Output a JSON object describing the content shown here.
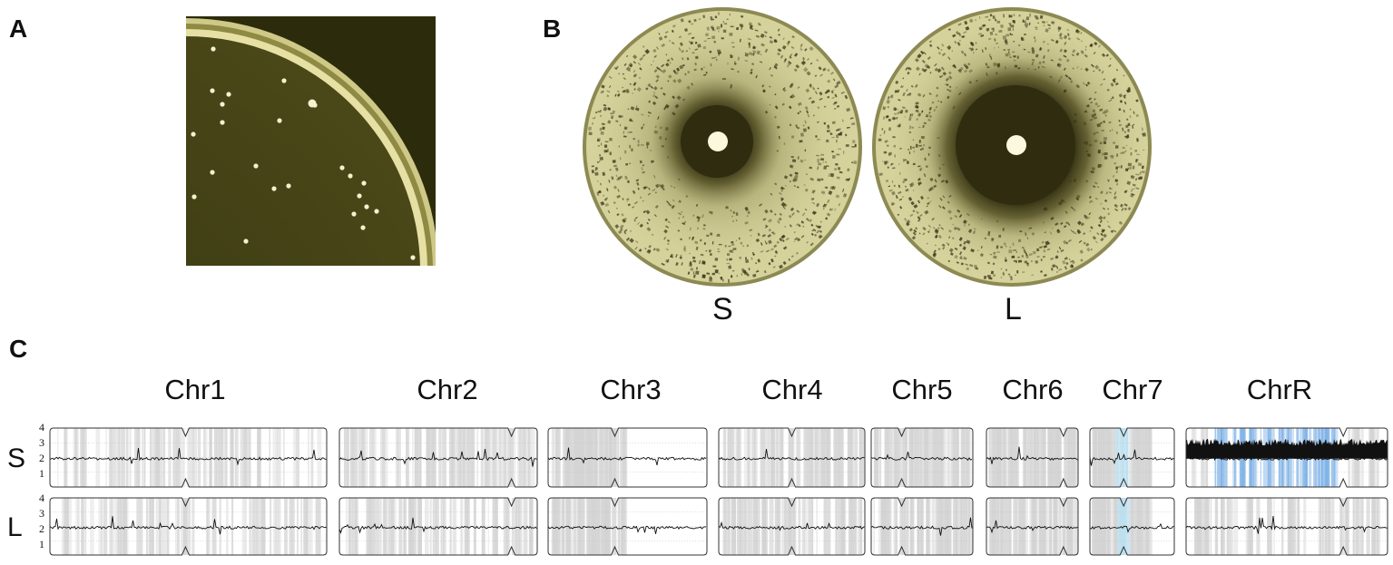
{
  "panels": {
    "a": "A",
    "b": "B",
    "c": "C"
  },
  "plates": {
    "left_label": "S",
    "right_label": "L"
  },
  "colors": {
    "plate_bg": "#3b3a14",
    "plate_rim": "#dcd79a",
    "colony": "#f4f1cf",
    "lawn": "#dcd9a4",
    "zone": "#2f2c10",
    "disk": "#fbf8dd",
    "arrow_magenta": "#e020c8",
    "arrow_cyan": "#20d8d8",
    "cnv_band": "#d8d8d8",
    "chrR_blue": "#7fb2e6"
  },
  "chromosomes": [
    {
      "name": "Chr1"
    },
    {
      "name": "Chr2"
    },
    {
      "name": "Chr3"
    },
    {
      "name": "Chr4"
    },
    {
      "name": "Chr5"
    },
    {
      "name": "Chr6"
    },
    {
      "name": "Chr7"
    },
    {
      "name": "ChrR"
    }
  ],
  "rows": [
    {
      "label": "S"
    },
    {
      "label": "L"
    }
  ],
  "yticks": [
    "4",
    "3",
    "2",
    "1"
  ]
}
